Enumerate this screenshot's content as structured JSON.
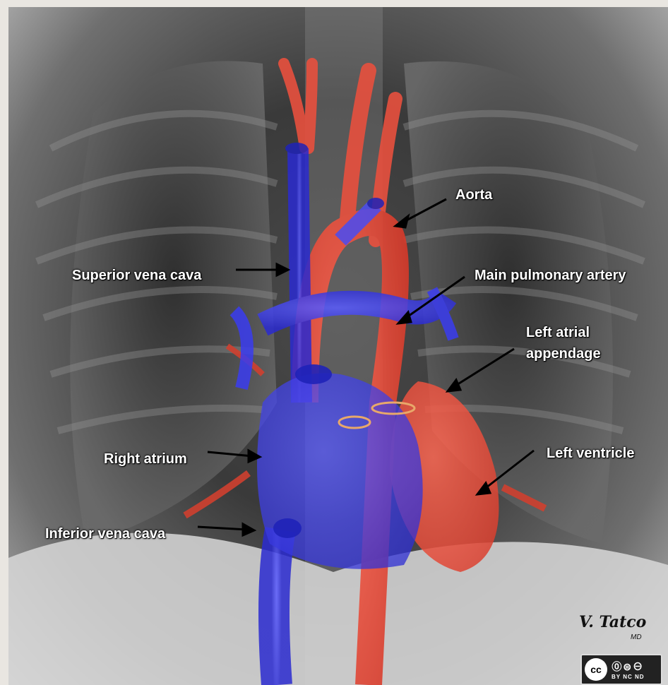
{
  "labels": {
    "aorta": "Aorta",
    "superior_vena_cava": "Superior vena cava",
    "main_pulmonary_artery": "Main pulmonary artery",
    "left_atrial_appendage": "Left atrial appendage",
    "left_ventricle": "Left ventricle",
    "right_atrium": "Right atrium",
    "inferior_vena_cava": "Inferior vena cava"
  },
  "signature": {
    "name": "V. Tatco",
    "suffix": "MD"
  },
  "license": {
    "badge": "cc",
    "terms": "BY NC ND"
  },
  "colors": {
    "venous_blue": "#3a3cf0",
    "arterial_red": "#f04a3a",
    "label_text": "#ffffff"
  }
}
